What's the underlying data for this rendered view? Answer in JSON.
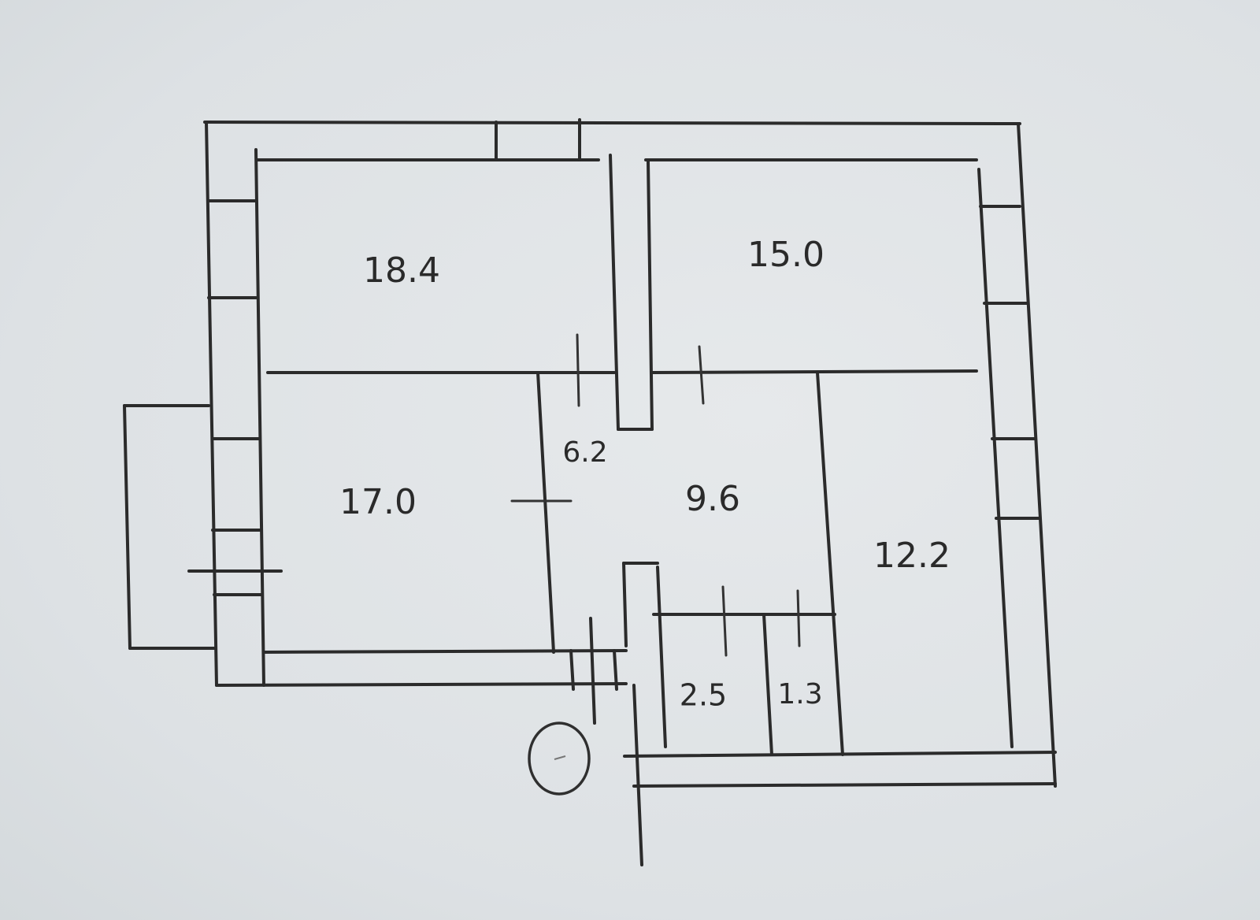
{
  "floor_plan": {
    "rooms": [
      {
        "id": "room-18-4",
        "area": "18.4"
      },
      {
        "id": "room-15-0",
        "area": "15.0"
      },
      {
        "id": "room-17-0",
        "area": "17.0"
      },
      {
        "id": "room-9-6",
        "area": "9.6"
      },
      {
        "id": "room-12-2",
        "area": "12.2"
      },
      {
        "id": "room-6-2",
        "area": "6.2"
      },
      {
        "id": "room-2-5",
        "area": "2.5"
      },
      {
        "id": "room-1-3",
        "area": "1.3"
      }
    ]
  }
}
